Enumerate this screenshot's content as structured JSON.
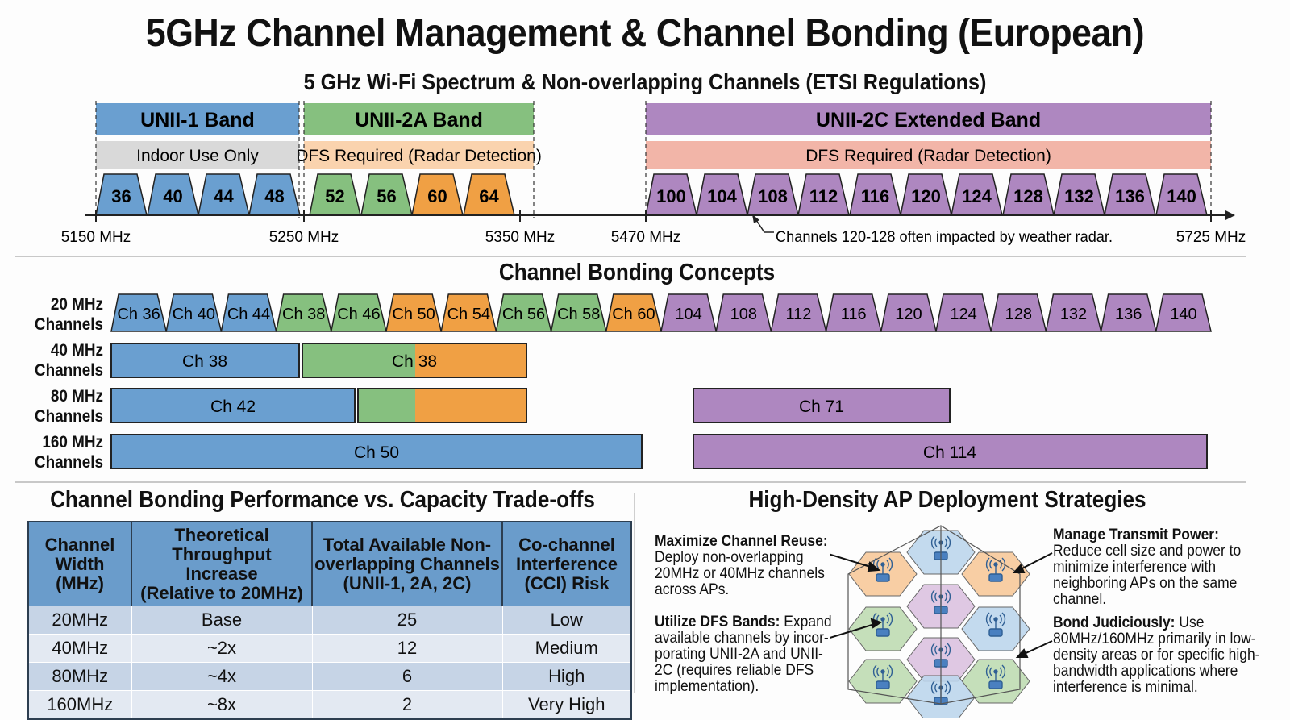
{
  "title": "5GHz Channel Management & Channel Bonding (European)",
  "spectrum": {
    "subtitle": "5 GHz Wi-Fi Spectrum & Non-overlapping Channels (ETSI Regulations)",
    "bands": [
      {
        "name": "UNII-1 Band",
        "note": "Indoor Use Only",
        "color": "#6a9fd0",
        "note_color": "#d9d9d9"
      },
      {
        "name": "UNII-2A Band",
        "note": "DFS Required (Radar Detection)",
        "color": "#86c07f",
        "note_color": "#fad3ae"
      },
      {
        "name": "UNII-2C Extended Band",
        "note": "DFS Required (Radar Detection)",
        "color": "#ae87c0",
        "note_color": "#f2b5a8"
      }
    ],
    "channels": [
      {
        "num": "36",
        "color": "#6a9fd0"
      },
      {
        "num": "40",
        "color": "#6a9fd0"
      },
      {
        "num": "44",
        "color": "#6a9fd0"
      },
      {
        "num": "48",
        "color": "#6a9fd0"
      },
      {
        "num": "52",
        "color": "#86c07f"
      },
      {
        "num": "56",
        "color": "#86c07f"
      },
      {
        "num": "60",
        "color": "#f0a044"
      },
      {
        "num": "64",
        "color": "#f0a044"
      },
      {
        "num": "100",
        "color": "#ae87c0"
      },
      {
        "num": "104",
        "color": "#ae87c0"
      },
      {
        "num": "108",
        "color": "#ae87c0"
      },
      {
        "num": "112",
        "color": "#ae87c0"
      },
      {
        "num": "116",
        "color": "#ae87c0"
      },
      {
        "num": "120",
        "color": "#ae87c0"
      },
      {
        "num": "124",
        "color": "#ae87c0"
      },
      {
        "num": "128",
        "color": "#ae87c0"
      },
      {
        "num": "132",
        "color": "#ae87c0"
      },
      {
        "num": "136",
        "color": "#ae87c0"
      },
      {
        "num": "140",
        "color": "#ae87c0"
      }
    ],
    "freq_labels": [
      "5150 MHz",
      "5250 MHz",
      "5350 MHz",
      "5470 MHz",
      "5725 MHz"
    ],
    "annotation": "Channels 120-128 often impacted by weather radar."
  },
  "bonding": {
    "title": "Channel Bonding Concepts",
    "row_labels": [
      {
        "top": "20 MHz",
        "bottom": "Channels"
      },
      {
        "top": "40 MHz",
        "bottom": "Channels"
      },
      {
        "top": "80 MHz",
        "bottom": "Channels"
      },
      {
        "top": "160 MHz",
        "bottom": "Channels"
      }
    ],
    "ch20": [
      {
        "label": "Ch 36",
        "color": "#6a9fd0"
      },
      {
        "label": "Ch 40",
        "color": "#6a9fd0"
      },
      {
        "label": "Ch 44",
        "color": "#6a9fd0"
      },
      {
        "label": "Ch 38",
        "color": "#86c07f"
      },
      {
        "label": "Ch 46",
        "color": "#86c07f"
      },
      {
        "label": "Ch 50",
        "color": "#f0a044"
      },
      {
        "label": "Ch 54",
        "color": "#f0a044"
      },
      {
        "label": "Ch 56",
        "color": "#86c07f"
      },
      {
        "label": "Ch 58",
        "color": "#86c07f"
      },
      {
        "label": "Ch 60",
        "color": "#f0a044"
      },
      {
        "label": "104",
        "color": "#ae87c0"
      },
      {
        "label": "108",
        "color": "#ae87c0"
      },
      {
        "label": "112",
        "color": "#ae87c0"
      },
      {
        "label": "116",
        "color": "#ae87c0"
      },
      {
        "label": "120",
        "color": "#ae87c0"
      },
      {
        "label": "124",
        "color": "#ae87c0"
      },
      {
        "label": "128",
        "color": "#ae87c0"
      },
      {
        "label": "132",
        "color": "#ae87c0"
      },
      {
        "label": "136",
        "color": "#ae87c0"
      },
      {
        "label": "140",
        "color": "#ae87c0"
      }
    ],
    "ch40": [
      {
        "label": "Ch 38"
      },
      {
        "label": "Ch 38"
      }
    ],
    "ch80": [
      {
        "label": "Ch 42"
      },
      {
        "label": ""
      },
      {
        "label": "Ch 71"
      }
    ],
    "ch160": [
      {
        "label": "Ch 50"
      },
      {
        "label": "Ch 114"
      }
    ]
  },
  "performance": {
    "title": "Channel Bonding Performance vs. Capacity Trade-offs",
    "headers": [
      [
        "Channel",
        "Width",
        "(MHz)"
      ],
      [
        "Theoretical",
        "Throughput Increase",
        "(Relative to 20MHz)"
      ],
      [
        "Total Available Non-",
        "overlapping Channels",
        "(UNII-1, 2A, 2C)"
      ],
      [
        "Co-channel",
        "Interference",
        "(CCI) Risk"
      ]
    ],
    "rows": [
      [
        "20MHz",
        "Base",
        "25",
        "Low"
      ],
      [
        "40MHz",
        "~2x",
        "12",
        "Medium"
      ],
      [
        "80MHz",
        "~4x",
        "6",
        "High"
      ],
      [
        "160MHz",
        "~8x",
        "2",
        "Very High"
      ]
    ]
  },
  "strategies": {
    "title": "High-Density AP Deployment Strategies",
    "items": [
      {
        "heading": "Maximize Channel Reuse:",
        "body": "Deploy non-overlapping 20MHz or 40MHz channels across APs."
      },
      {
        "heading": "Utilize DFS Bands:",
        "body": "Expand available channels by incor-porating UNII-2A and UNII-2C (requires reliable DFS implementation)."
      },
      {
        "heading": "Manage Transmit Power:",
        "body": "Reduce cell size and power to minimize interference with neighboring APs on the same channel."
      },
      {
        "heading": "Bond Judiciously:",
        "body": "Use 80MHz/160MHz primarily in low-density areas or for specific high-bandwidth applications where interference is minimal."
      }
    ],
    "cells": [
      {
        "color": "#bcd6ec",
        "icon": "wifi-ap"
      },
      {
        "color": "#f7c99a",
        "icon": "wifi-ap"
      },
      {
        "color": "#f7c99a",
        "icon": "wifi-ap"
      },
      {
        "color": "#dcc2e0",
        "icon": "wifi-ap"
      },
      {
        "color": "#bfdcb3",
        "icon": "wifi-ap"
      },
      {
        "color": "#bcd6ec",
        "icon": "wifi-ap"
      },
      {
        "color": "#dcc2e0",
        "icon": "wifi-ap"
      },
      {
        "color": "#bfdcb3",
        "icon": "wifi-ap"
      },
      {
        "color": "#bfdcb3",
        "icon": "wifi-ap"
      },
      {
        "color": "#bcd6ec",
        "icon": "wifi-ap"
      }
    ]
  }
}
